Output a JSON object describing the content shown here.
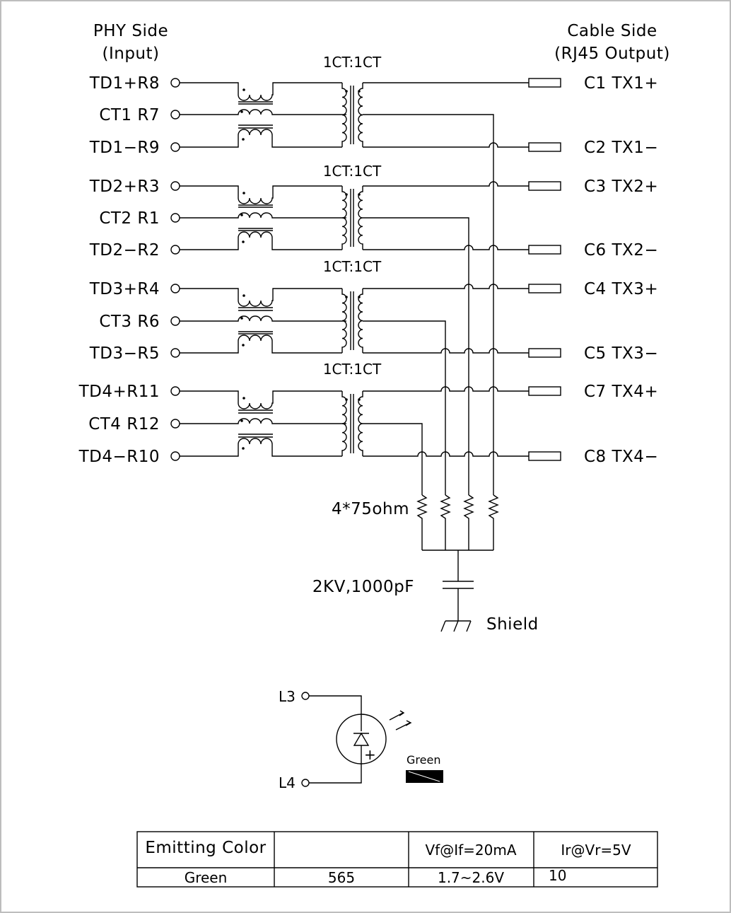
{
  "header": {
    "left_line1": "PHY Side",
    "left_line2": "(Input)",
    "right_line1": "Cable Side",
    "right_line2": "(RJ45 Output)"
  },
  "transformers": [
    {
      "ratio": "1CT:1CT",
      "pins": [
        "TD1+R8",
        "CT1  R7",
        "TD1−R9"
      ]
    },
    {
      "ratio": "1CT:1CT",
      "pins": [
        "TD2+R3",
        "CT2  R1",
        "TD2−R2"
      ]
    },
    {
      "ratio": "1CT:1CT",
      "pins": [
        "TD3+R4",
        "CT3  R6",
        "TD3−R5"
      ]
    },
    {
      "ratio": "1CT:1CT",
      "pins": [
        "TD4+R11",
        "CT4  R12",
        "TD4−R10"
      ]
    }
  ],
  "outputs": [
    "C1  TX1+",
    "C2  TX1−",
    "C3  TX2+",
    "C6  TX2−",
    "C4  TX3+",
    "C5  TX3−",
    "C7  TX4+",
    "C8  TX4−"
  ],
  "resistor_label": "4*75ohm",
  "capacitor_label": "2KV,1000pF",
  "shield_label": "Shield",
  "led": {
    "pin_top": "L3",
    "pin_bottom": "L4",
    "plus": "+",
    "color_label": "Green"
  },
  "table": {
    "headers": [
      "Emitting  Color",
      "",
      "Vf@If=20mA",
      "Ir@Vr=5V"
    ],
    "rows": [
      [
        "Green",
        "565",
        "1.7~2.6V",
        "10"
      ]
    ]
  }
}
